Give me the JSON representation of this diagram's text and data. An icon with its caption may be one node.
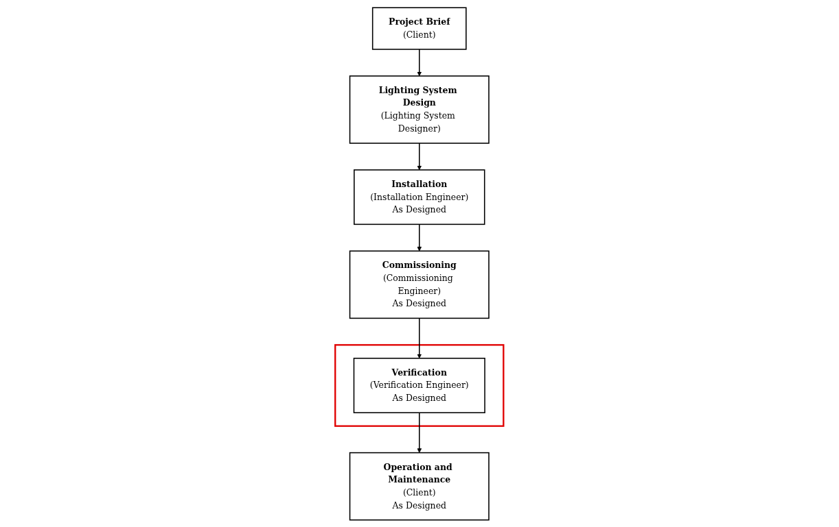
{
  "diagram": {
    "nodes": [
      {
        "text": [
          "Project Brief",
          "(Client)"
        ]
      },
      {
        "text": [
          "Lighting System Design",
          "(Lighting System Designer)"
        ]
      },
      {
        "text": [
          "Installation",
          "(Installation Engineer)",
          "As Designed"
        ]
      },
      {
        "text": [
          "Commissioning",
          "(Commissioning Engineer)",
          "As Designed"
        ]
      },
      {
        "text": [],
        "shape": "box"
      },
      {
        "text": [
          "Verification",
          "(Verification Engineer)",
          "As Designed"
        ],
        "in": 4
      },
      {
        "text": [
          "Operation and Maintenance",
          "(Client)",
          "As Designed"
        ]
      }
    ],
    "edges": [
      {
        "from": 0,
        "to": 1,
        "arrow": "to"
      },
      {
        "from": 1,
        "to": 2,
        "arrow": "to"
      },
      {
        "from": 2,
        "to": 3,
        "arrow": "to"
      },
      {
        "from": 3,
        "to": 5,
        "arrow": "to"
      },
      {
        "from": 5,
        "to": 6,
        "arrow": "to"
      }
    ]
  }
}
